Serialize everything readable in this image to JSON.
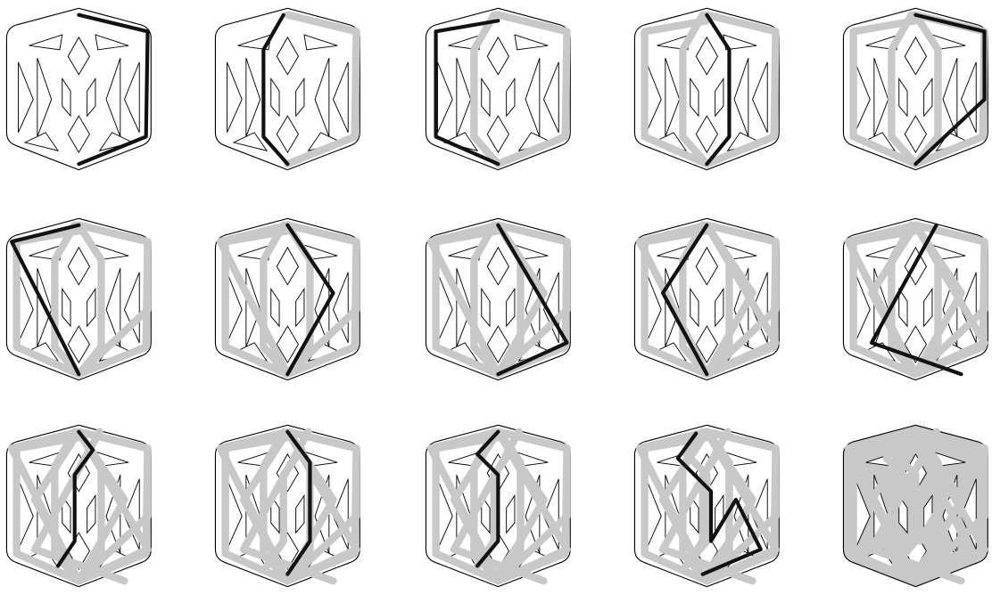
{
  "figure": {
    "rows": 3,
    "columns": 5,
    "colors": {
      "background": "#ffffff",
      "outline": "#000000",
      "used_path": "#c8c8c8",
      "current_path": "#111111"
    },
    "panels": [
      {
        "index": 1,
        "used": [],
        "current": [
          [
            95,
            18
          ],
          [
            178,
            38
          ],
          [
            176,
            165
          ],
          [
            95,
            198
          ]
        ]
      },
      {
        "index": 2,
        "used": [
          [
            95,
            18
          ],
          [
            178,
            38
          ],
          [
            176,
            165
          ],
          [
            95,
            198
          ]
        ],
        "current": [
          [
            90,
            18
          ],
          [
            66,
            60
          ],
          [
            66,
            165
          ],
          [
            95,
            198
          ]
        ]
      },
      {
        "index": 3,
        "used": "first-two",
        "current": [
          [
            95,
            25
          ],
          [
            20,
            38
          ],
          [
            20,
            165
          ],
          [
            95,
            198
          ]
        ]
      },
      {
        "index": 4,
        "used": "first-three",
        "current": [
          [
            95,
            18
          ],
          [
            122,
            60
          ],
          [
            122,
            165
          ],
          [
            95,
            198
          ]
        ]
      },
      {
        "index": 5,
        "used": "first-four",
        "current": [
          [
            95,
            18
          ],
          [
            178,
            38
          ],
          [
            178,
            120
          ],
          [
            95,
            198
          ]
        ]
      },
      {
        "index": 6,
        "used": "first-five",
        "current": [
          [
            95,
            18
          ],
          [
            14,
            38
          ],
          [
            95,
            198
          ]
        ]
      },
      {
        "index": 7,
        "used": "first-six",
        "current": [
          [
            95,
            18
          ],
          [
            150,
            100
          ],
          [
            95,
            198
          ]
        ]
      },
      {
        "index": 8,
        "used": "first-seven",
        "current": [
          [
            95,
            18
          ],
          [
            178,
            160
          ],
          [
            95,
            198
          ]
        ]
      },
      {
        "index": 9,
        "used": "first-eight",
        "current": [
          [
            95,
            18
          ],
          [
            42,
            100
          ],
          [
            95,
            198
          ]
        ]
      },
      {
        "index": 10,
        "used": "first-nine",
        "current": [
          [
            120,
            18
          ],
          [
            42,
            160
          ],
          [
            150,
            198
          ]
        ]
      },
      {
        "index": 11,
        "used": "first-ten",
        "current": [
          [
            95,
            18
          ],
          [
            112,
            40
          ],
          [
            90,
            70
          ],
          [
            90,
            150
          ],
          [
            70,
            180
          ]
        ]
      },
      {
        "index": 12,
        "used": "first-eleven",
        "current": [
          [
            95,
            18
          ],
          [
            122,
            55
          ],
          [
            122,
            150
          ],
          [
            95,
            190
          ]
        ]
      },
      {
        "index": 13,
        "used": "first-twelve",
        "current": [
          [
            95,
            18
          ],
          [
            70,
            45
          ],
          [
            95,
            70
          ],
          [
            95,
            150
          ],
          [
            70,
            180
          ]
        ]
      },
      {
        "index": 14,
        "used": "first-thirteen",
        "current": [
          [
            82,
            20
          ],
          [
            60,
            50
          ],
          [
            100,
            90
          ],
          [
            100,
            150
          ],
          [
            130,
            100
          ],
          [
            160,
            160
          ],
          [
            90,
            190
          ]
        ]
      },
      {
        "index": 15,
        "used": "all",
        "current": []
      }
    ]
  }
}
